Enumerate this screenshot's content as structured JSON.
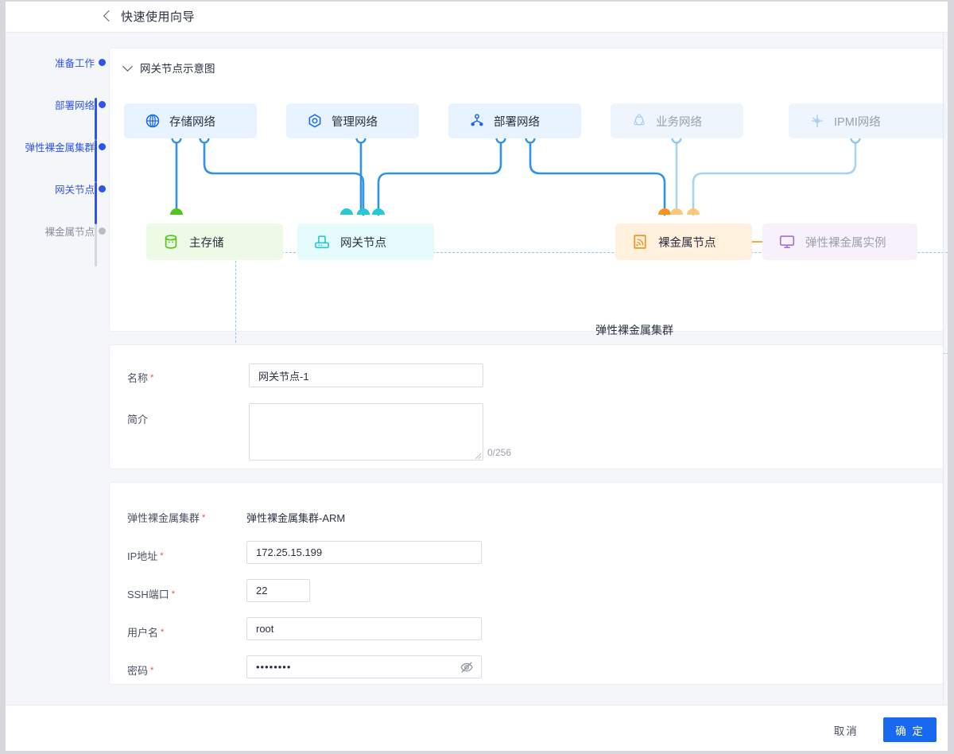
{
  "header": {
    "back_icon": "chevron-left-icon",
    "title": "快速使用向导"
  },
  "sidebar": {
    "steps": [
      {
        "label": "准备工作",
        "state": "done"
      },
      {
        "label": "部署网络",
        "state": "done"
      },
      {
        "label": "弹性裸金属集群",
        "state": "done"
      },
      {
        "label": "网关节点",
        "state": "done"
      },
      {
        "label": "裸金属节点",
        "state": "todo"
      }
    ],
    "active_color": "#2f54eb",
    "inactive_color": "#b8bcc6"
  },
  "diagram": {
    "toggle_icon": "chevron-down-icon",
    "title": "网关节点示意图",
    "cluster_label": "弹性裸金属集群",
    "networks": [
      {
        "label": "存储网络",
        "icon": "globe-icon",
        "state": "active"
      },
      {
        "label": "管理网络",
        "icon": "hexagon-target-icon",
        "state": "active"
      },
      {
        "label": "部署网络",
        "icon": "network-nodes-icon",
        "state": "active"
      },
      {
        "label": "业务网络",
        "icon": "cloud-nodes-icon",
        "state": "dim"
      },
      {
        "label": "IPMI网络",
        "icon": "ipmi-pin-icon",
        "state": "dim"
      }
    ],
    "services": [
      {
        "label": "主存储",
        "icon": "database-icon",
        "accent": "#52c41a",
        "state": "active"
      },
      {
        "label": "网关节点",
        "icon": "router-icon",
        "accent": "#29c7d8",
        "state": "active"
      },
      {
        "label": "裸金属节点",
        "icon": "signal-square-icon",
        "accent": "#f7931e",
        "state": "active"
      },
      {
        "label": "弹性裸金属实例",
        "icon": "monitor-icon",
        "accent": "#a56ed0",
        "state": "dim"
      }
    ]
  },
  "basic_form": {
    "name": {
      "label": "名称",
      "required": true,
      "value": "网关节点-1",
      "placeholder": ""
    },
    "description": {
      "label": "简介",
      "required": false,
      "value": "",
      "placeholder": "",
      "counter": "0/256"
    }
  },
  "connection_form": {
    "cluster": {
      "label": "弹性裸金属集群",
      "required": true,
      "value": "弹性裸金属集群-ARM"
    },
    "ip": {
      "label": "IP地址",
      "required": true,
      "value": "172.25.15.199",
      "placeholder": ""
    },
    "ssh_port": {
      "label": "SSH端口",
      "required": true,
      "value": "22",
      "placeholder": ""
    },
    "username": {
      "label": "用户名",
      "required": true,
      "value": "root",
      "placeholder": ""
    },
    "password": {
      "label": "密码",
      "required": true,
      "value": "••••••••",
      "placeholder": "",
      "toggle_icon": "eye-off-icon"
    }
  },
  "footer": {
    "cancel_label": "取消",
    "confirm_label": "确 定",
    "primary_color": "#1868f0"
  }
}
